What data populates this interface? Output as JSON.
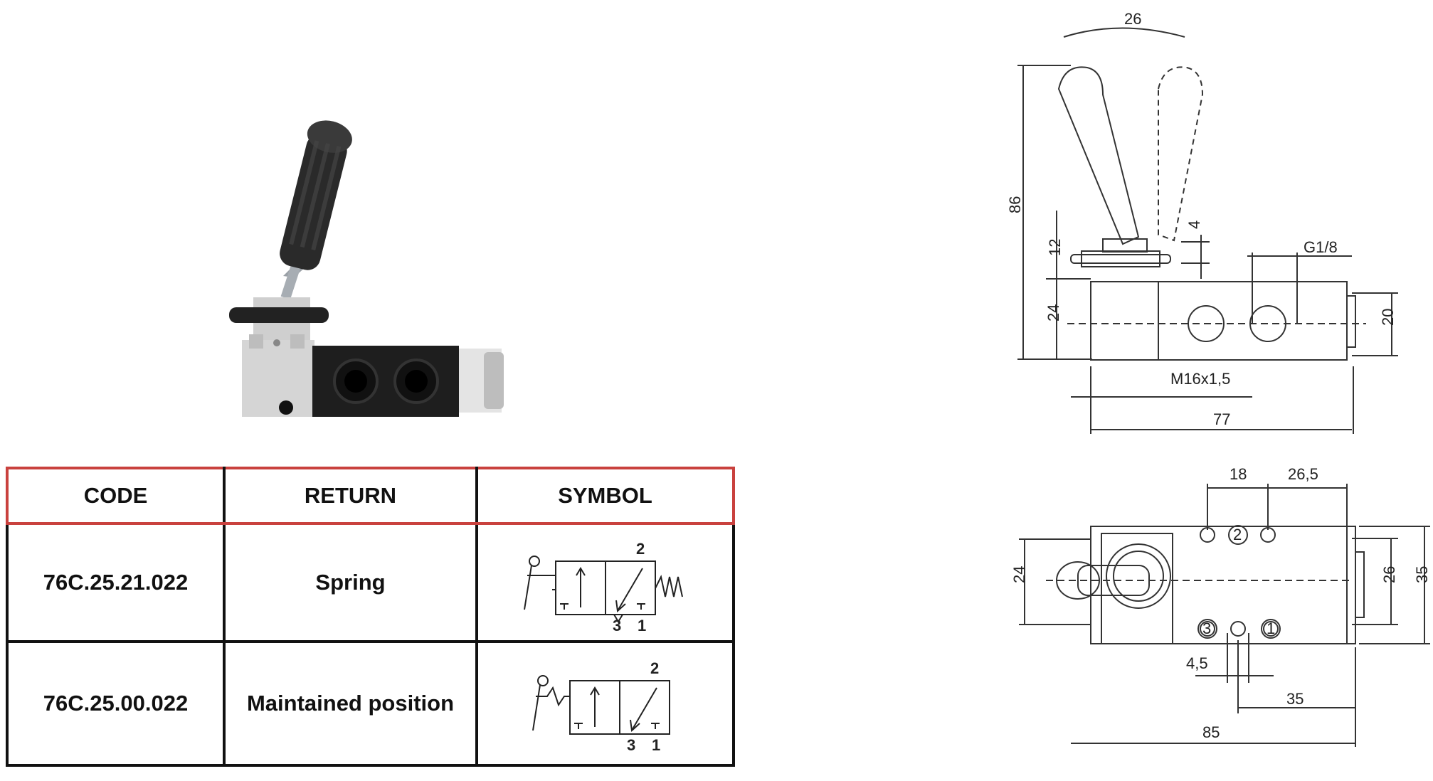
{
  "table": {
    "headers": [
      "CODE",
      "RETURN",
      "SYMBOL"
    ],
    "rows": [
      {
        "code": "76C.25.21.022",
        "return": "Spring",
        "symbol_ports": {
          "p2": "2",
          "p3": "3",
          "p1": "1"
        }
      },
      {
        "code": "76C.25.00.022",
        "return": "Maintained position",
        "symbol_ports": {
          "p2": "2",
          "p3": "3",
          "p1": "1"
        }
      }
    ],
    "header_border_color": "#c9413e"
  },
  "front_view": {
    "dim_lever_angle": "26",
    "dim_total_height": "86",
    "dim_nut": "12",
    "dim_nut_small": "4",
    "dim_body_height": "24",
    "dim_port_thread": "G1/8",
    "dim_body_inner": "20",
    "dim_mount_thread": "M16x1,5",
    "dim_length": "77"
  },
  "top_view": {
    "dim_port_pitch": "18",
    "dim_port_offset": "26,5",
    "dim_width_left": "24",
    "dim_width_inner": "26",
    "dim_width_total": "35",
    "dim_hole_offset": "4,5",
    "dim_hole_spacing": "35",
    "dim_total_length": "85",
    "port_labels": [
      "2",
      "3",
      "1"
    ]
  },
  "colors": {
    "body_grey": "#d9d9d9",
    "plate_black": "#1e1e1e",
    "handle_black": "#2a2a2a",
    "line": "#333333"
  },
  "icons": [
    "valve-photo",
    "pneumatic-symbol-spring",
    "pneumatic-symbol-maintained"
  ]
}
